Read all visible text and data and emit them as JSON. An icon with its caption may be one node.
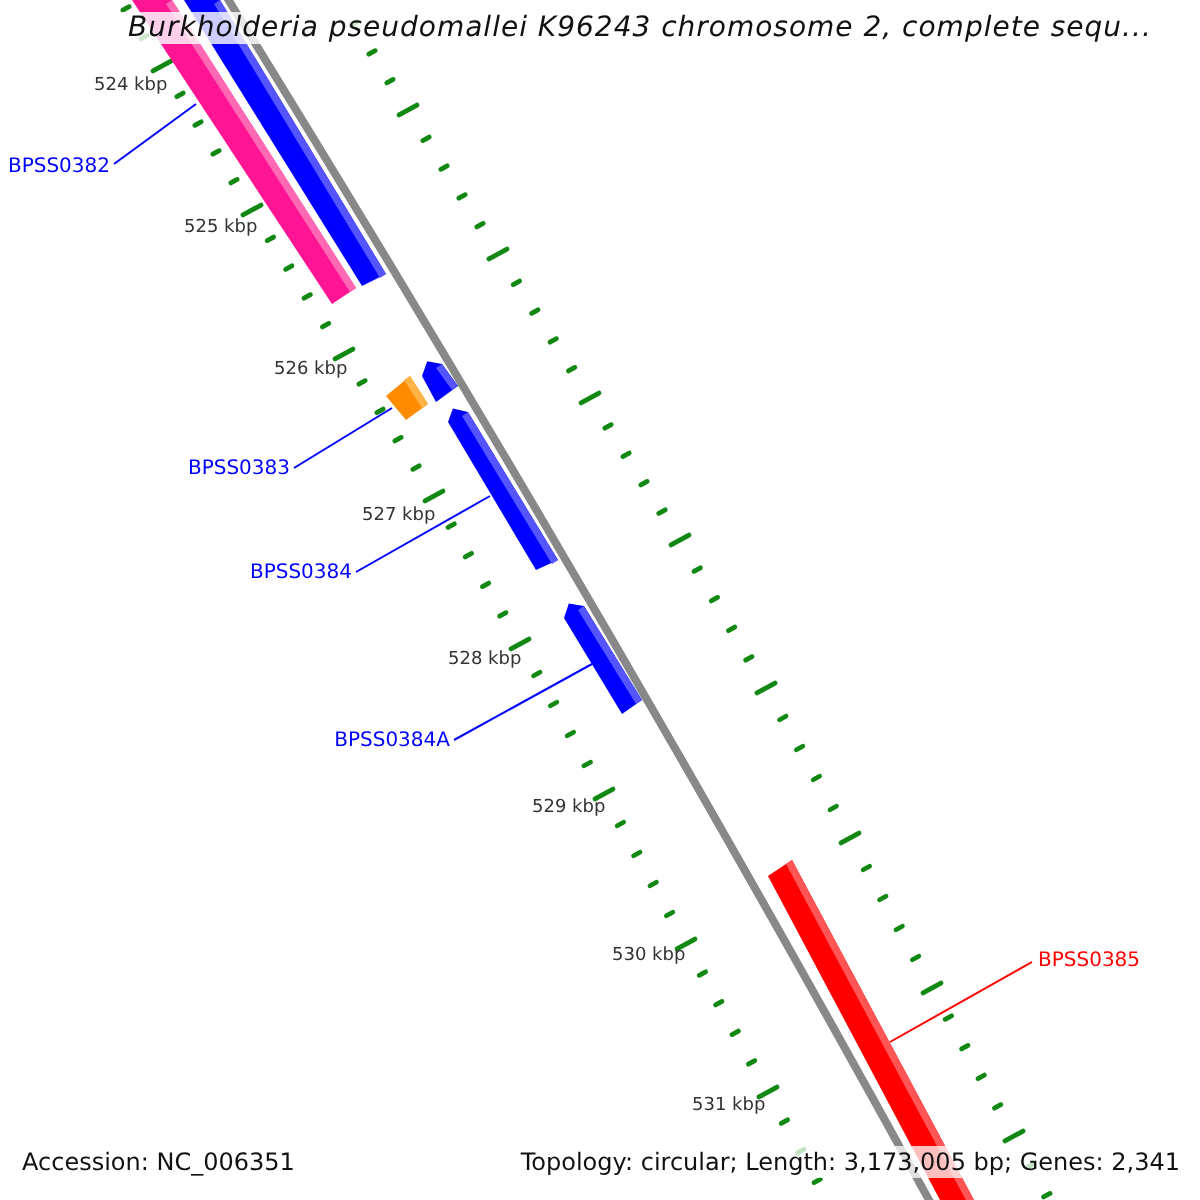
{
  "diagram": {
    "title": "Burkholderia pseudomallei K96243 chromosome 2, complete sequ...",
    "nodes": [
      {
        "text": [],
        "shape": "bar"
      },
      {
        "text": [],
        "shape": "bar"
      },
      {
        "text": [
          "BPSS0382"
        ]
      },
      {
        "text": [],
        "shape": "bar"
      },
      {
        "text": [],
        "shape": "arrow"
      },
      {
        "text": [
          "BPSS0383"
        ]
      },
      {
        "text": [],
        "shape": "arrow"
      },
      {
        "text": [
          "BPSS0384"
        ]
      },
      {
        "text": [],
        "shape": "arrow"
      },
      {
        "text": [
          "BPSS0384A"
        ]
      },
      {
        "text": [],
        "shape": "bar"
      },
      {
        "text": [
          "BPSS0385"
        ]
      }
    ],
    "edges": [
      {
        "from": 2,
        "to": 0,
        "arrow": "none"
      },
      {
        "from": 5,
        "to": 3,
        "arrow": "none"
      },
      {
        "from": 7,
        "to": 6,
        "arrow": "none"
      },
      {
        "from": 9,
        "to": 8,
        "arrow": "none"
      },
      {
        "from": 11,
        "to": 10,
        "arrow": "none",
        "color": "#ff0000"
      }
    ],
    "labels": [
      "524 kbp",
      "525 kbp",
      "526 kbp",
      "527 kbp",
      "528 kbp",
      "529 kbp",
      "530 kbp",
      "531 kbp",
      "Accession: NC_006351",
      "Topology: circular; Length: 3,173,005 bp; Genes: 2,341"
    ]
  }
}
